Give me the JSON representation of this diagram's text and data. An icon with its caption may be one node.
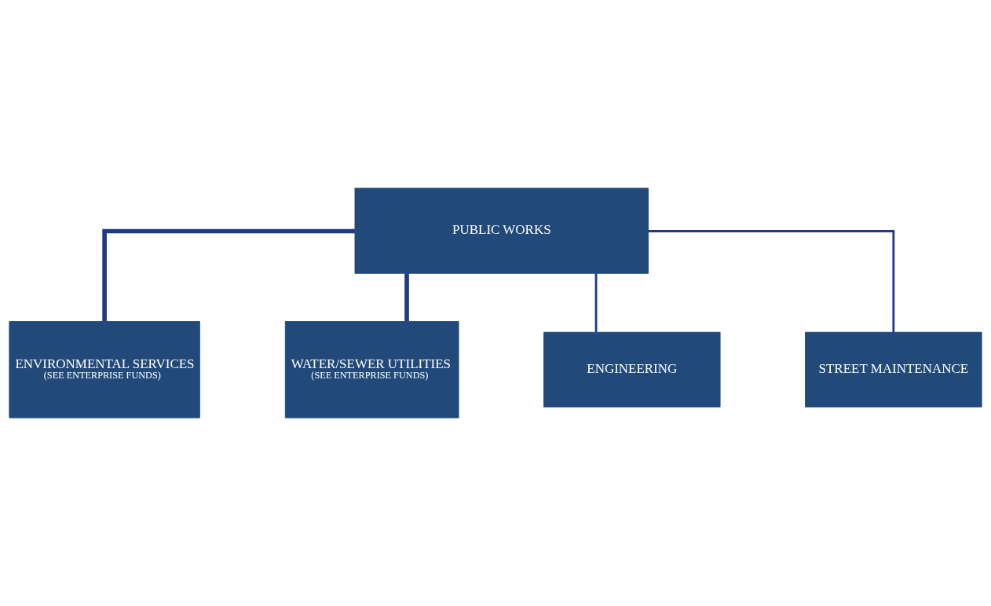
{
  "diagram": {
    "nodes": [
      {
        "text": [
          "PUBLIC WORKS"
        ]
      },
      {
        "text": [
          "ENVIRONMENTAL SERVICES",
          "(SEE ENTERPRISE FUNDS)"
        ]
      },
      {
        "text": [
          "WATER/SEWER UTILITIES",
          "(SEE ENTERPRISE FUNDS)"
        ]
      },
      {
        "text": [
          "ENGINEERING"
        ]
      },
      {
        "text": [
          "STREET MAINTENANCE"
        ]
      }
    ],
    "edges": [
      {
        "from": 0,
        "to": 1,
        "arrow": "none",
        "style": "thick"
      },
      {
        "from": 0,
        "to": 2,
        "arrow": "none",
        "style": "thick"
      },
      {
        "from": 0,
        "to": 3,
        "arrow": "none"
      },
      {
        "from": 0,
        "to": 4,
        "arrow": "none"
      }
    ]
  }
}
